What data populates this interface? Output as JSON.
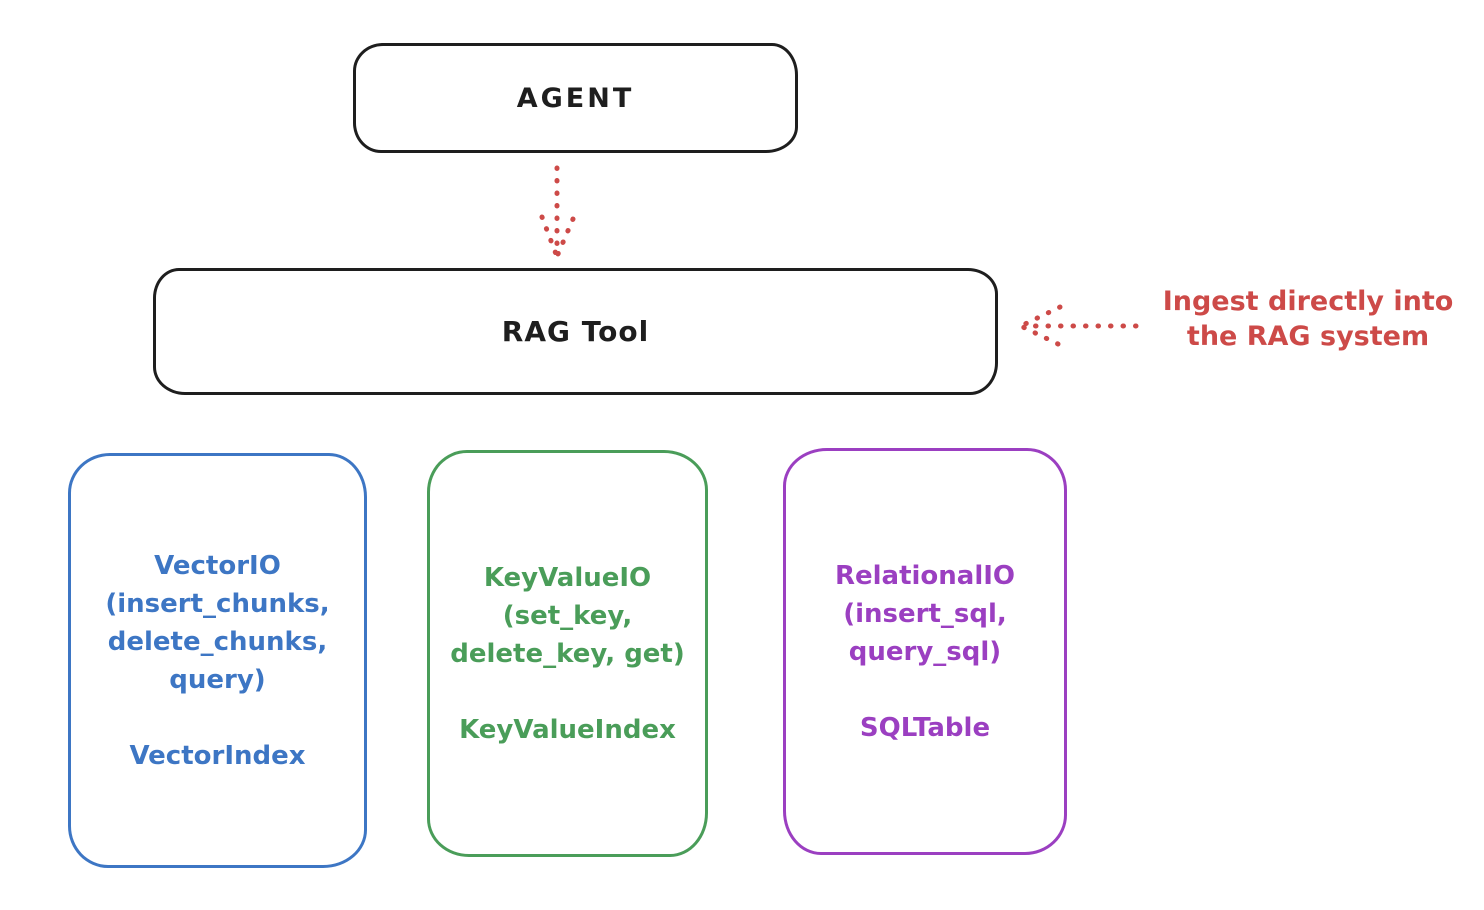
{
  "canvas": {
    "background": "#ffffff",
    "ink": "#1e1e1e"
  },
  "accent_red": "#cd4a48",
  "agent_box": {
    "label": "AGENT"
  },
  "rag_tool_box": {
    "label": "RAG Tool"
  },
  "ingest_annotation": {
    "line1": "Ingest directly into",
    "line2": "the RAG system",
    "color": "#cd4a48"
  },
  "arrows": {
    "agent_to_rag_tool": "dotted-down-arrow",
    "ingest_into_rag": "dotted-left-arrow",
    "color": "#cd4a48"
  },
  "io_boxes": [
    {
      "color": "#3d76c4",
      "lines": [
        "VectorIO",
        "(insert_chunks,",
        "delete_chunks,",
        "query)"
      ],
      "index_label": "VectorIndex"
    },
    {
      "color": "#4a9d59",
      "lines": [
        "KeyValueIO",
        "(set_key,",
        "delete_key, get)"
      ],
      "index_label": "KeyValueIndex"
    },
    {
      "color": "#9b3fc1",
      "lines": [
        "RelationalIO",
        "(insert_sql,",
        "query_sql)"
      ],
      "index_label": "SQLTable"
    }
  ]
}
